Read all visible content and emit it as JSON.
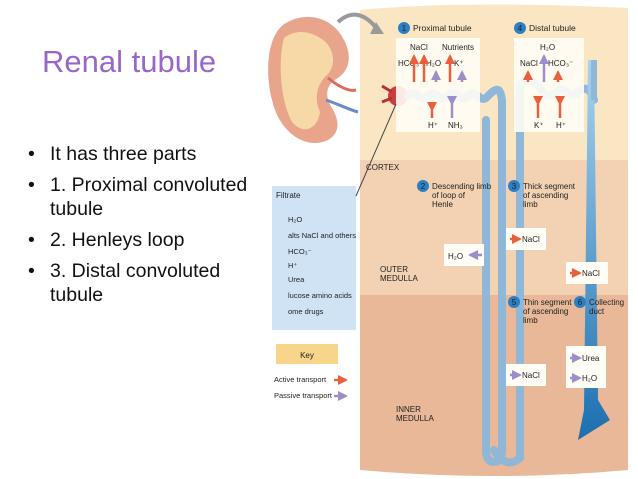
{
  "slide": {
    "title": "Renal tubule",
    "bullets": [
      "It has three parts",
      "1. Proximal convoluted tubule",
      "2. Henleys loop",
      "3. Distal convoluted tubule"
    ]
  },
  "diagram": {
    "zones": {
      "cortex": "CORTEX",
      "outer_medulla_1": "OUTER",
      "outer_medulla_2": "MEDULLA",
      "inner_medulla_1": "INNER",
      "inner_medulla_2": "MEDULLA"
    },
    "steps": {
      "s1": {
        "num": "1",
        "label": "Proximal tubule"
      },
      "s2": {
        "num": "2",
        "line1": "Descending limb",
        "line2": "of loop of",
        "line3": "Henle"
      },
      "s3": {
        "num": "3",
        "line1": "Thick segment",
        "line2": "of ascending",
        "line3": "limb"
      },
      "s4": {
        "num": "4",
        "label": "Distal tubule"
      },
      "s5": {
        "num": "5",
        "line1": "Thin segment",
        "line2": "of ascending",
        "line3": "limb"
      },
      "s6": {
        "num": "6",
        "line1": "Collecting",
        "line2": "duct"
      }
    },
    "proximal_box": {
      "top": [
        "NaCl",
        "Nutrients"
      ],
      "mid": [
        "HCO₃⁻",
        "H₂O",
        "K⁺"
      ],
      "bottom": [
        "H⁺",
        "NH₃"
      ]
    },
    "distal_box": {
      "top": "H₂O",
      "mid": [
        "NaCl",
        "HCO₃⁻"
      ],
      "bottom": [
        "K⁺",
        "H⁺"
      ]
    },
    "descending_box": "H₂O",
    "thick_box": "NaCl",
    "collecting_box_1": "NaCl",
    "thin_box": "NaCl",
    "collecting_box_2": {
      "urea": "Urea",
      "water": "H₂O"
    },
    "filtrate": {
      "title": "Filtrate",
      "items": [
        "H₂O",
        "alts NaCl and others",
        "HCO₃⁻",
        "H⁺",
        "Urea",
        "lucose amino acids",
        "ome drugs"
      ]
    },
    "key": {
      "title": "Key",
      "active": "Active transport",
      "passive": "Passive transport"
    }
  },
  "colors": {
    "title": "#9966cc",
    "cortex": "#fbe6c4",
    "outer_medulla": "#f2d2b2",
    "inner_medulla": "#e8b898",
    "filtrate_box": "#cfe3f5",
    "key_box": "#f7d58a",
    "active_arrow": "#e8613c",
    "passive_arrow": "#9b8ec9",
    "tubule": "#8fb8d8",
    "step_circle": "#2d7fc4"
  }
}
